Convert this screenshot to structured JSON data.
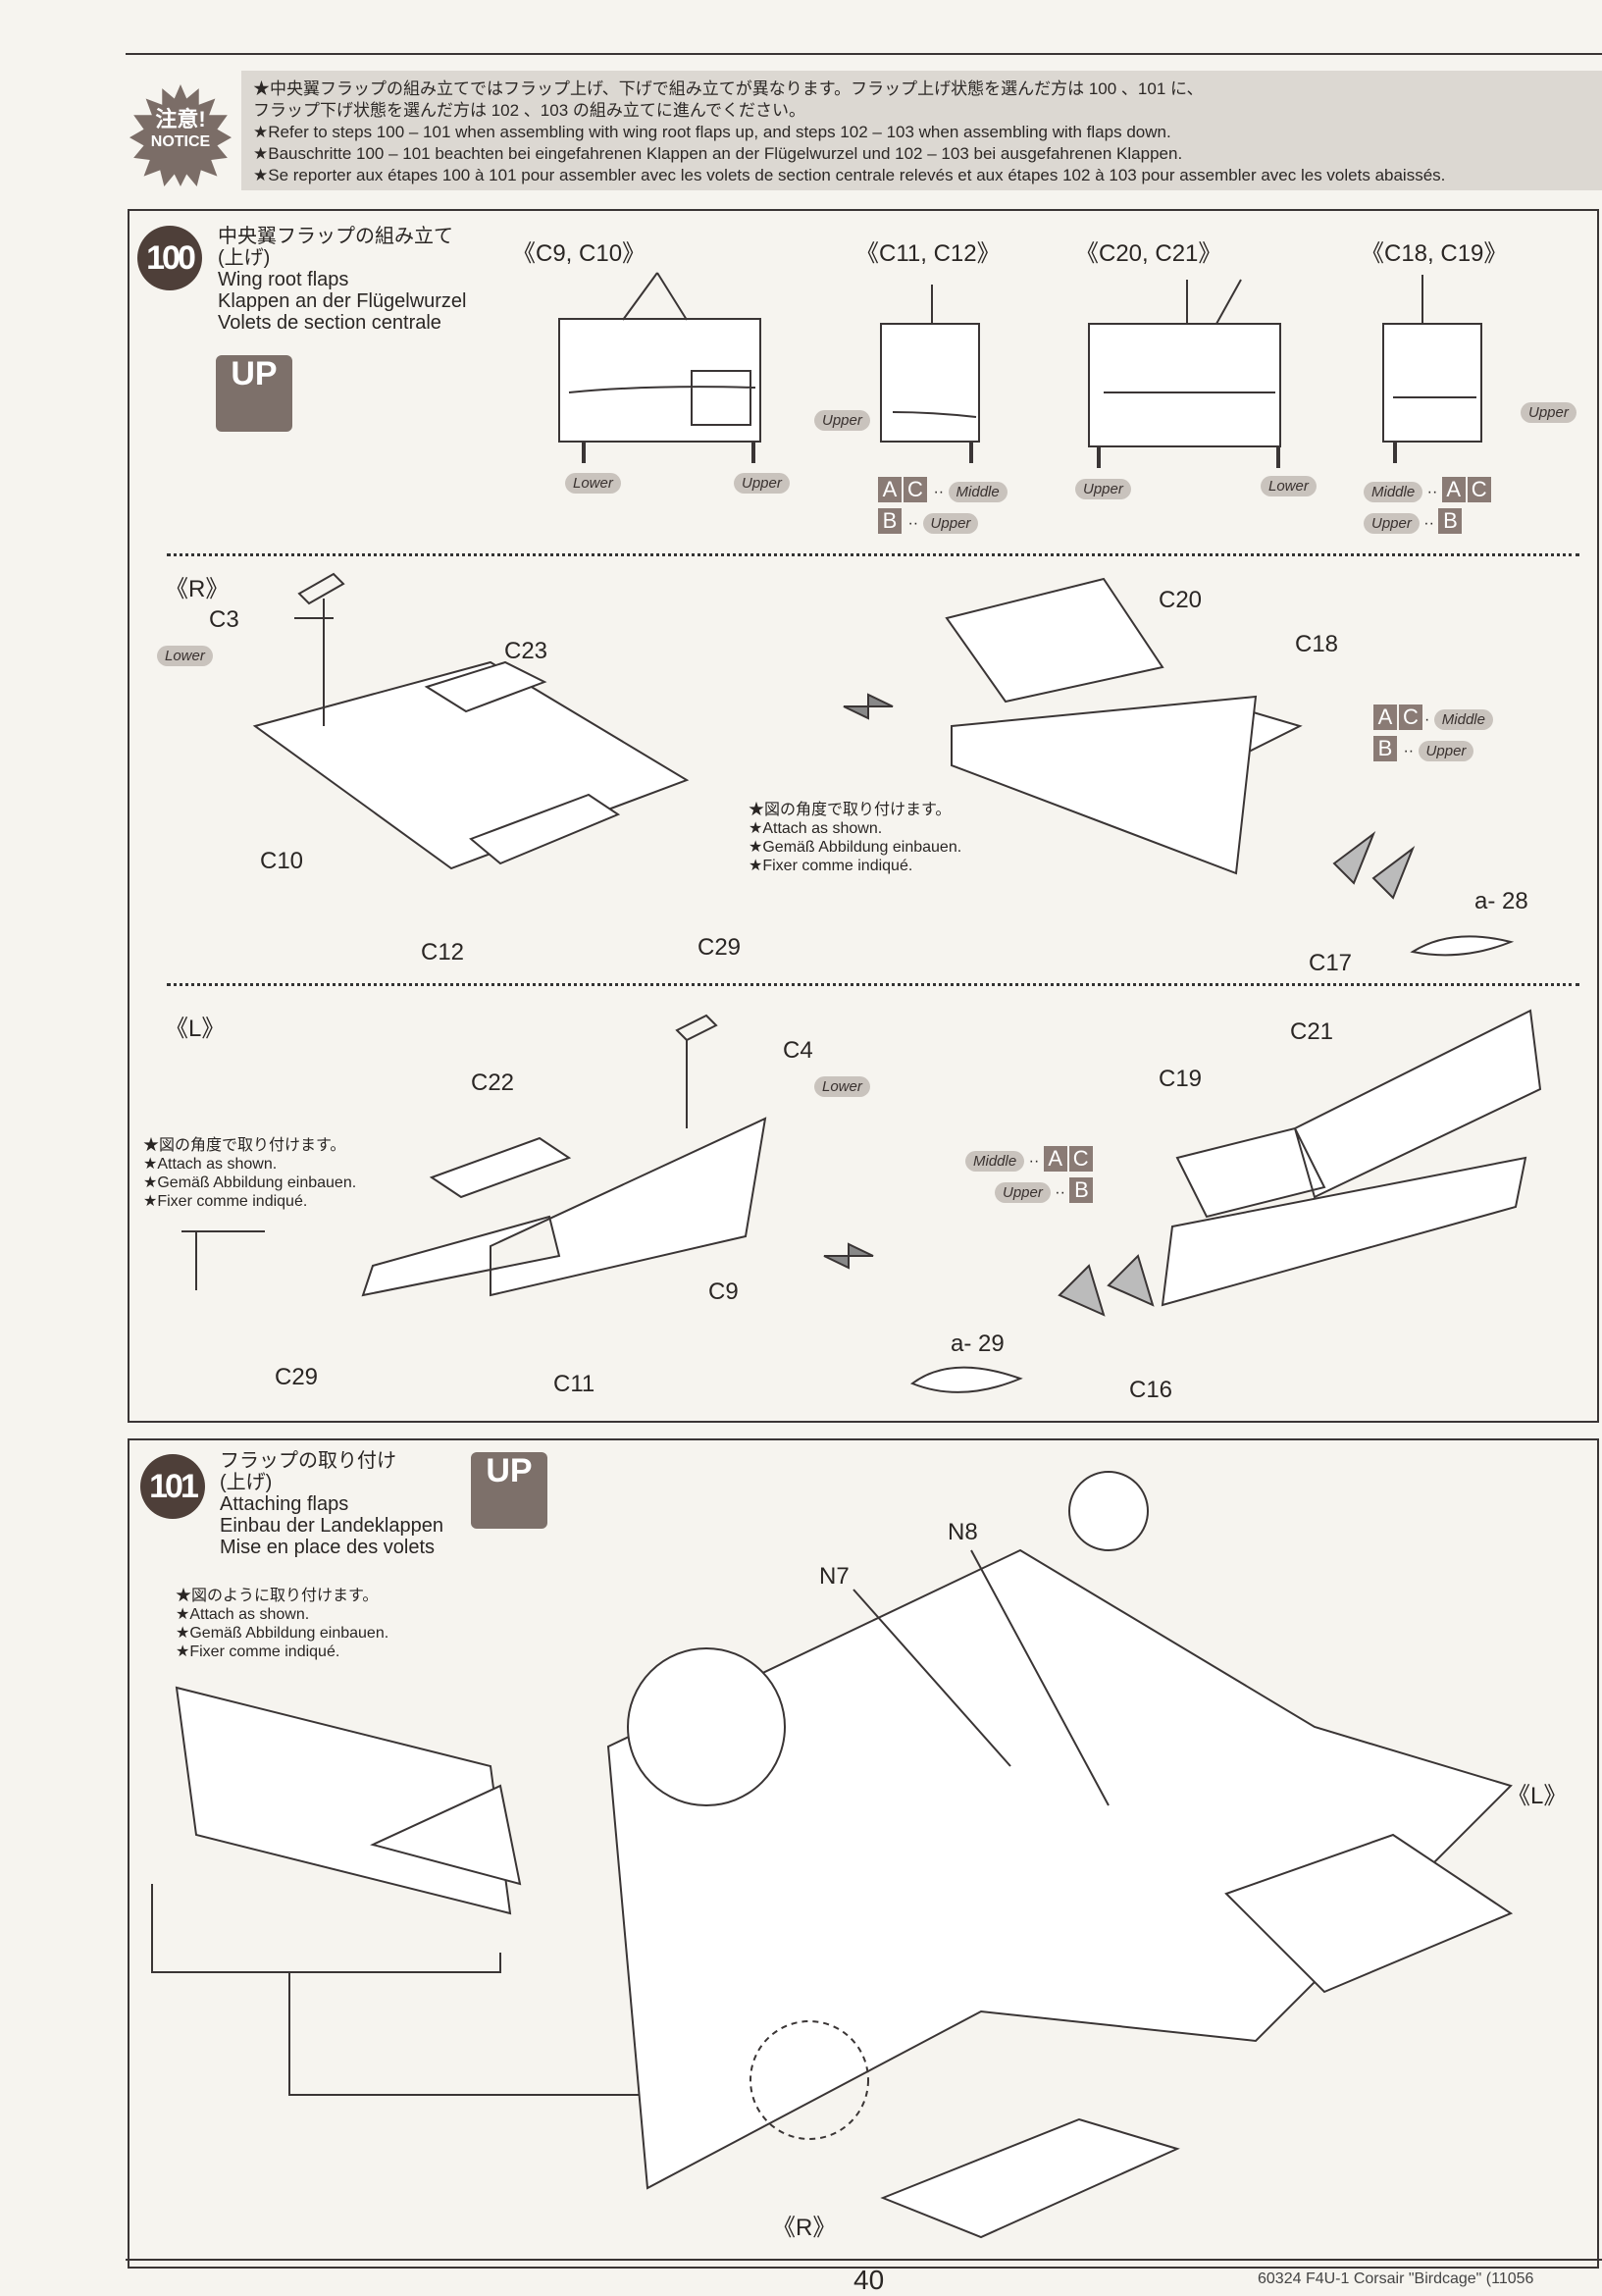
{
  "notice": {
    "badge_ja": "注意!",
    "badge_en": "NOTICE",
    "lines": [
      "★中央翼フラップの組み立てではフラップ上げ、下げで組み立てが異なります。フラップ上げ状態を選んだ方は 100 、101 に、",
      "フラップ下げ状態を選んだ方は 102 、103 の組み立てに進んでください。",
      "★Refer to steps 100 – 101 when assembling with wing root flaps up, and steps 102 – 103 when assembling with flaps down.",
      "★Bauschritte 100 – 101 beachten bei eingefahrenen Klappen an der Flügelwurzel und 102 – 103 bei ausgefahrenen Klappen.",
      "★Se reporter aux étapes 100 à 101 pour assembler avec les volets de section centrale relevés et aux étapes 102 à 103 pour assembler avec les volets abaissés."
    ]
  },
  "step100": {
    "number": "100",
    "title": [
      "中央翼フラップの組み立て",
      "(上げ)",
      "Wing root flaps",
      "Klappen an der Flügelwurzel",
      "Volets de section centrale"
    ],
    "up_icon": "UP",
    "groups": [
      "《C9, C10》",
      "《C11, C12》",
      "《C20, C21》",
      "《C18, C19》"
    ],
    "tags": {
      "lower": "Lower",
      "upper": "Upper",
      "middle": "Middle"
    },
    "letters": {
      "a": "A",
      "b": "B",
      "c": "C"
    },
    "r_section": {
      "side": "《R》",
      "parts": {
        "c3": "C3",
        "c23": "C23",
        "c10": "C10",
        "c12": "C12",
        "c29": "C29",
        "c20": "C20",
        "c18": "C18",
        "c17": "C17"
      },
      "paint": "a- 28"
    },
    "l_section": {
      "side": "《L》",
      "parts": {
        "c4": "C4",
        "c22": "C22",
        "c9": "C9",
        "c29": "C29",
        "c11": "C11",
        "c21": "C21",
        "c19": "C19",
        "c16": "C16"
      },
      "paint": "a- 29"
    },
    "note": [
      "★図の角度で取り付けます。",
      "★Attach as shown.",
      "★Gemäß Abbildung einbauen.",
      "★Fixer comme indiqué."
    ]
  },
  "step101": {
    "number": "101",
    "title": [
      "フラップの取り付け",
      "(上げ)",
      "Attaching flaps",
      "Einbau der Landeklappen",
      "Mise en place des volets"
    ],
    "up_icon": "UP",
    "note": [
      "★図のように取り付けます。",
      "★Attach as shown.",
      "★Gemäß Abbildung einbauen.",
      "★Fixer comme indiqué."
    ],
    "parts": {
      "n7": "N7",
      "n8": "N8"
    },
    "sides": {
      "left": "《L》",
      "right": "《R》"
    }
  },
  "footer": {
    "page": "40",
    "code": "60324  F4U-1 Corsair \"Birdcage\" (11056"
  }
}
